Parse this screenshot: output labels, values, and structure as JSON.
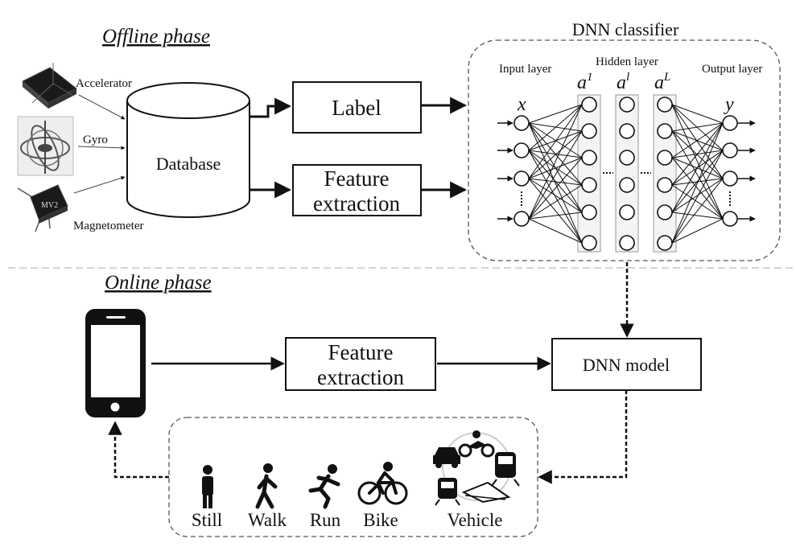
{
  "offline_phase": {
    "title": "Offline phase"
  },
  "online_phase": {
    "title": "Online phase"
  },
  "sensors": [
    {
      "label": "Accelerator",
      "icon": "accelerometer-chip-icon"
    },
    {
      "label": "Gyro",
      "icon": "gyroscope-icon"
    },
    {
      "label": "Magnetometer",
      "icon": "magnetometer-chip-icon",
      "chip_text": "MV2"
    }
  ],
  "database": {
    "label": "Database"
  },
  "label_box": {
    "label": "Label"
  },
  "feature_extraction_offline": {
    "line1": "Feature",
    "line2": "extraction"
  },
  "classifier": {
    "title": "DNN classifier",
    "input_layer": "Input layer",
    "hidden_layer": "Hidden layer",
    "output_layer": "Output layer",
    "x_symbol": "x",
    "y_symbol": "y",
    "a1_base": "a",
    "a1_sup": "1",
    "al_base": "a",
    "al_sup": "l",
    "aL_base": "a",
    "aL_sup": "L"
  },
  "feature_extraction_online": {
    "line1": "Feature",
    "line2": "extraction"
  },
  "dnn_model": {
    "label": "DNN model"
  },
  "activities": [
    {
      "label": "Still",
      "icon": "person-standing-icon"
    },
    {
      "label": "Walk",
      "icon": "person-walking-icon"
    },
    {
      "label": "Run",
      "icon": "person-running-icon"
    },
    {
      "label": "Bike",
      "icon": "person-biking-icon"
    },
    {
      "label": "Vehicle",
      "icon": "vehicles-icon"
    }
  ]
}
